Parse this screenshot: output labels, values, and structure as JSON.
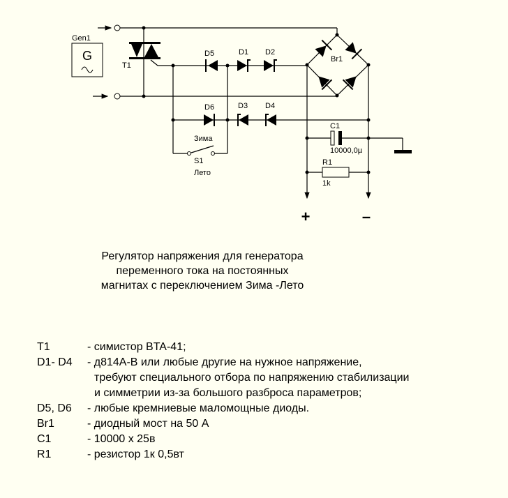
{
  "schematic": {
    "generator": {
      "label": "Gen1",
      "symbol": "G"
    },
    "triac": {
      "label": "T1"
    },
    "diodes": {
      "d5": "D5",
      "d1": "D1",
      "d2": "D2",
      "d6": "D6",
      "d3": "D3",
      "d4": "D4"
    },
    "bridge": {
      "label": "Br1"
    },
    "capacitor": {
      "label": "C1",
      "value": "10000,0µ"
    },
    "resistor": {
      "label": "R1",
      "value": "1k"
    },
    "switch": {
      "label": "S1",
      "pos_winter": "Зима",
      "pos_summer": "Лето"
    },
    "output": {
      "plus": "+",
      "minus": "–"
    }
  },
  "title_lines": [
    "Регулятор напряжения для генератора",
    "переменного тока на постоянных",
    "магнитах с переключением  Зима -Лето"
  ],
  "parts": [
    {
      "name": "T1",
      "desc": "- симистор  BTA-41;"
    },
    {
      "name": "D1- D4",
      "desc": "- д814А-В или любые другие на нужное напряжение,"
    },
    {
      "name": "",
      "desc": "требуют специального отбора по напряжению стабилизации"
    },
    {
      "name": "",
      "desc": "и симметрии из-за большого разброса параметров;"
    },
    {
      "name": "D5, D6",
      "desc": "- любые кремниевые маломощные диоды."
    },
    {
      "name": "Br1",
      "desc": "- диодный мост на 50 А"
    },
    {
      "name": "C1",
      "desc": "- 10000 х 25в"
    },
    {
      "name": "R1",
      "desc": "- резистор 1к 0,5вт"
    }
  ]
}
